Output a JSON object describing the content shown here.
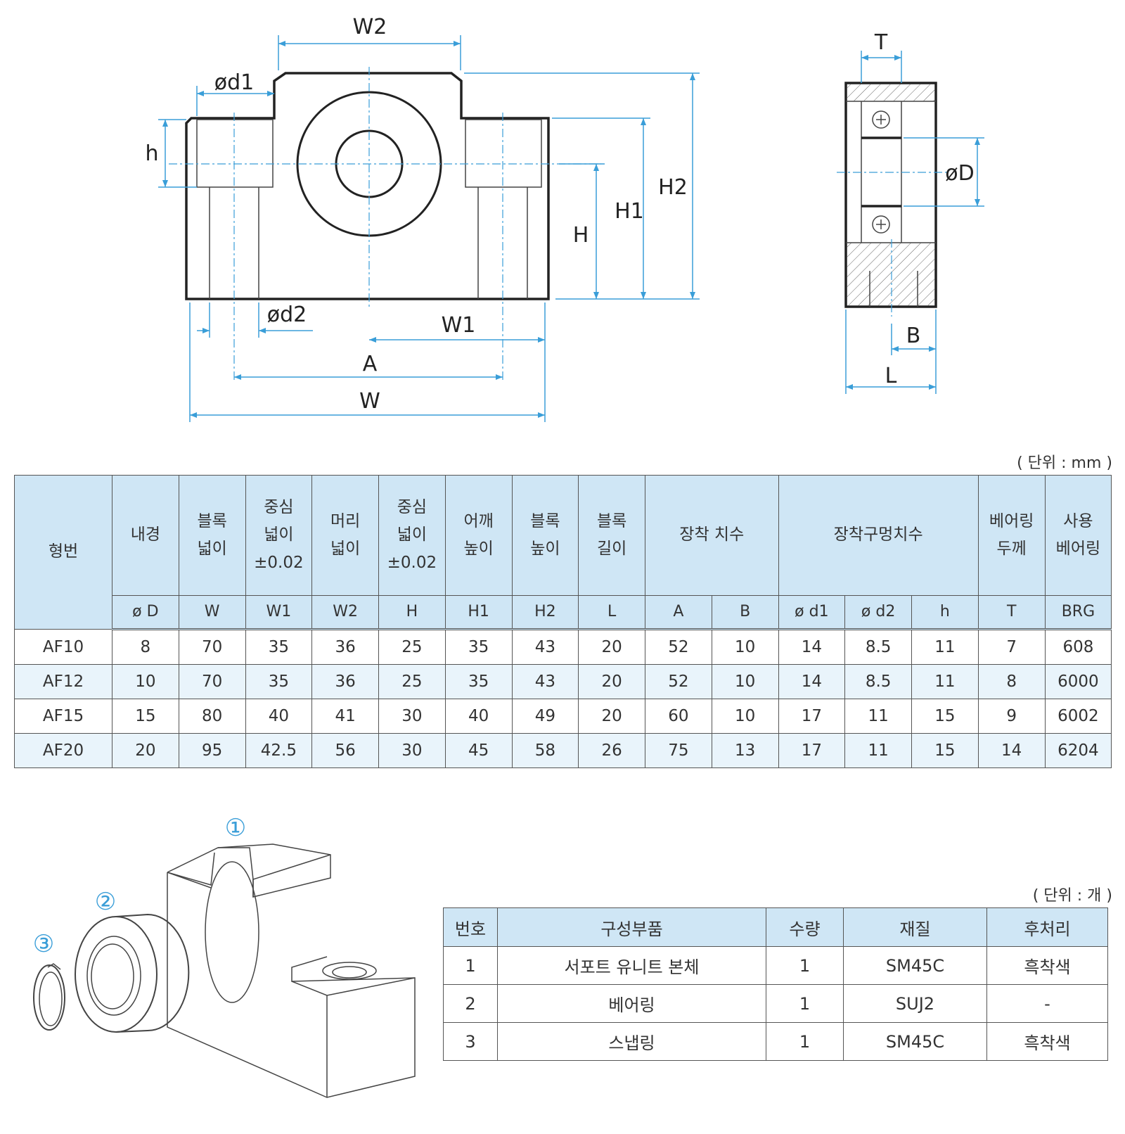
{
  "drawing_labels": {
    "w2": "W2",
    "d1": "ød1",
    "h_small": "h",
    "h2": "H2",
    "h1": "H1",
    "h": "H",
    "d2": "ød2",
    "w1": "W1",
    "a": "A",
    "w": "W",
    "t": "T",
    "d_big": "øD",
    "b": "B",
    "l": "L"
  },
  "spec_table": {
    "unit": "( 단위 : mm )",
    "header_model": "형번",
    "header_mount": "장착 치수",
    "header_hole": "장착구멍치수",
    "columns": [
      {
        "label": [
          "내경"
        ],
        "symbol": "ø D"
      },
      {
        "label": [
          "블록",
          "넓이"
        ],
        "symbol": "W"
      },
      {
        "label": [
          "중심",
          "넓이",
          "±0.02"
        ],
        "symbol": "W1"
      },
      {
        "label": [
          "머리",
          "넓이"
        ],
        "symbol": "W2"
      },
      {
        "label": [
          "중심",
          "넓이",
          "±0.02"
        ],
        "symbol": "H"
      },
      {
        "label": [
          "어깨",
          "높이"
        ],
        "symbol": "H1"
      },
      {
        "label": [
          "블록",
          "높이"
        ],
        "symbol": "H2"
      },
      {
        "label": [
          "블록",
          "길이"
        ],
        "symbol": "L"
      }
    ],
    "mount_symbols": [
      "A",
      "B"
    ],
    "hole_symbols": [
      "ø d1",
      "ø d2",
      "h"
    ],
    "tail_columns": [
      {
        "label": [
          "베어링",
          "두께"
        ],
        "symbol": "T"
      },
      {
        "label": [
          "사용",
          "베어링"
        ],
        "symbol": "BRG"
      }
    ],
    "rows": [
      [
        "AF10",
        "8",
        "70",
        "35",
        "36",
        "25",
        "35",
        "43",
        "20",
        "52",
        "10",
        "14",
        "8.5",
        "11",
        "7",
        "608"
      ],
      [
        "AF12",
        "10",
        "70",
        "35",
        "36",
        "25",
        "35",
        "43",
        "20",
        "52",
        "10",
        "14",
        "8.5",
        "11",
        "8",
        "6000"
      ],
      [
        "AF15",
        "15",
        "80",
        "40",
        "41",
        "30",
        "40",
        "49",
        "20",
        "60",
        "10",
        "17",
        "11",
        "15",
        "9",
        "6002"
      ],
      [
        "AF20",
        "20",
        "95",
        "42.5",
        "56",
        "30",
        "45",
        "58",
        "26",
        "75",
        "13",
        "17",
        "11",
        "15",
        "14",
        "6204"
      ]
    ]
  },
  "callouts": [
    "①",
    "②",
    "③"
  ],
  "parts_table": {
    "unit": "( 단위 : 개 )",
    "headers": [
      "번호",
      "구성부품",
      "수량",
      "재질",
      "후처리"
    ],
    "rows": [
      [
        "1",
        "서포트 유니트 본체",
        "1",
        "SM45C",
        "흑착색"
      ],
      [
        "2",
        "베어링",
        "1",
        "SUJ2",
        "-"
      ],
      [
        "3",
        "스냅링",
        "1",
        "SM45C",
        "흑착색"
      ]
    ]
  },
  "colors": {
    "accent": "#3a9ed8",
    "header_bg": "#cfe6f5",
    "row_alt": "#e9f4fb"
  }
}
